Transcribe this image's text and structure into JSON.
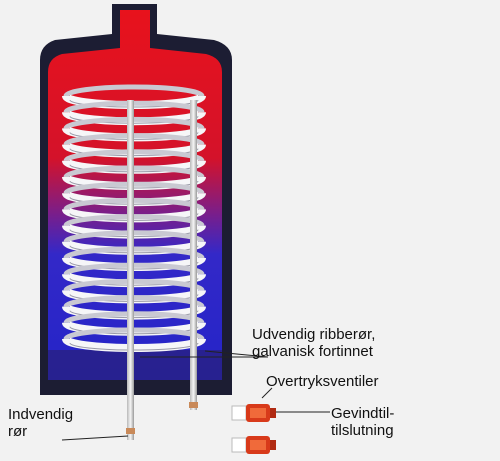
{
  "labels": {
    "ribbed_pipe_line1": "Udvendig ribberør,",
    "ribbed_pipe_line2": "galvanisk fortinnet",
    "pressure_valves": "Overtryksventiler",
    "thread_connection_line1": "Gevindtil-",
    "thread_connection_line2": "tilslutning",
    "inner_pipe_line1": "Indvendig",
    "inner_pipe_line2": "rør"
  },
  "colors": {
    "background": "#f2f2f2",
    "tank_shell": "#1c1d33",
    "hot_water": "#e0141e",
    "cold_water": "#2a2ad8",
    "coil": "#f4f4f6",
    "valve": "#e0451e"
  }
}
